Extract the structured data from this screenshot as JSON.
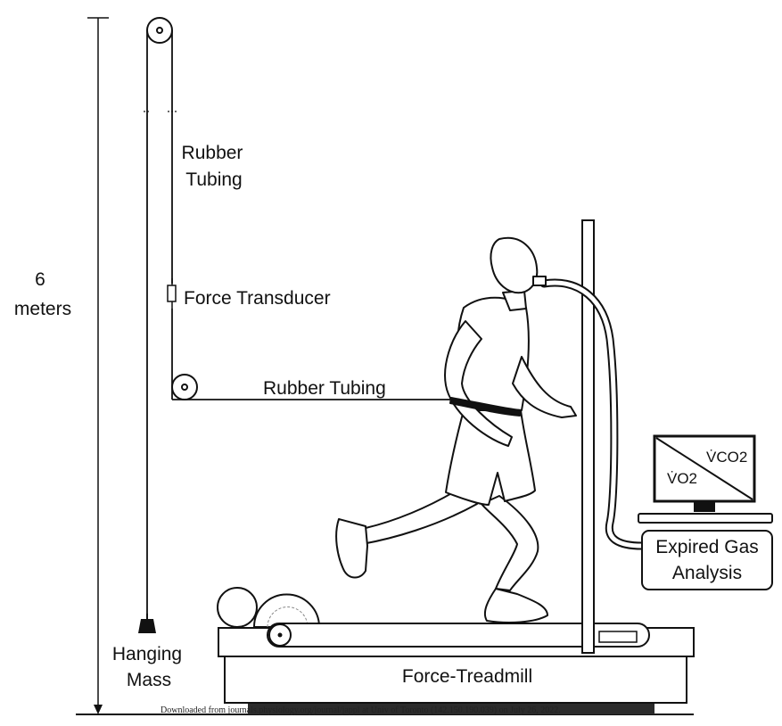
{
  "labels": {
    "height_value": "6",
    "height_unit": "meters",
    "rubber_tubing_vertical_line1": "Rubber",
    "rubber_tubing_vertical_line2": "Tubing",
    "force_transducer": "Force Transducer",
    "rubber_tubing_horizontal": "Rubber Tubing",
    "hanging_mass_line1": "Hanging",
    "hanging_mass_line2": "Mass",
    "force_treadmill": "Force-Treadmill",
    "expired_gas_line1": "Expired Gas",
    "expired_gas_line2": "Analysis",
    "monitor_vco2": "V̇CO2",
    "monitor_vo2": "V̇O2"
  },
  "credit": "Downloaded from journals.physiology.org/journal/jappl at Univ of Toronto (142.150.190.039) on July 26, 2022."
}
